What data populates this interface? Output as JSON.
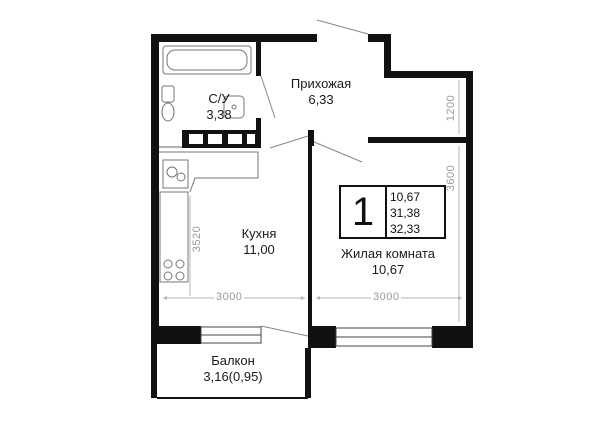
{
  "rooms": {
    "hallway": {
      "name": "Прихожая",
      "area": "6,33"
    },
    "bathroom": {
      "name": "С/У",
      "area": "3,38"
    },
    "kitchen": {
      "name": "Кухня",
      "area": "11,00"
    },
    "living": {
      "name": "Жилая комната",
      "area": "10,67"
    },
    "balcony": {
      "name": "Балкон",
      "area": "3,16(0,95)"
    }
  },
  "summary": {
    "rooms_count": "1",
    "living_area": "10,67",
    "total_area": "31,38",
    "area_with_balcony": "32,33"
  },
  "dimensions": {
    "hall_depth": "1200",
    "living_depth": "3600",
    "kitchen_depth": "3520",
    "kitchen_width": "3000",
    "living_width": "3000"
  },
  "colors": {
    "wall": "#111111",
    "thin_line": "#666666",
    "dim_line": "#b5b5b5"
  }
}
